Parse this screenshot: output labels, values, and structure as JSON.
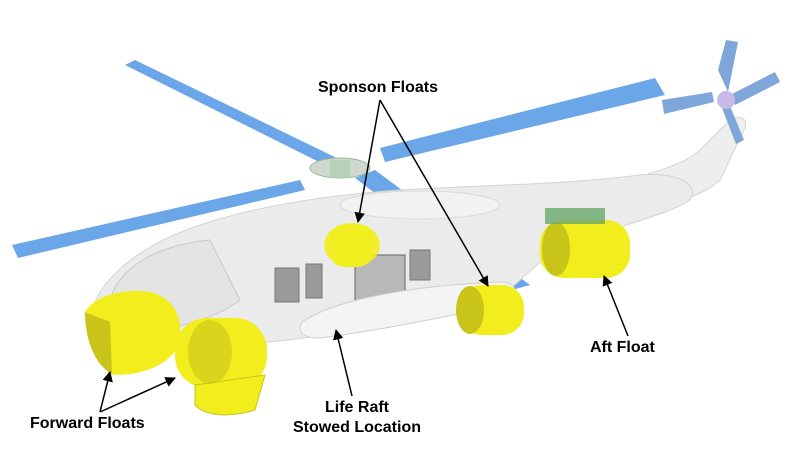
{
  "labels": {
    "sponson_floats": "Sponson Floats",
    "aft_float": "Aft Float",
    "forward_floats": "Forward Floats",
    "life_raft_line1": "Life Raft",
    "life_raft_line2": "Stowed Location"
  },
  "colors": {
    "fuselage": "#ebebeb",
    "fuselage_edge": "#d4d4d4",
    "rotor_blade": "#6aa6e8",
    "float_yellow": "#f2ee1e",
    "float_shadow": "#c9c41a",
    "window_dark": "#8a8a8a",
    "pointer": "#000000"
  }
}
